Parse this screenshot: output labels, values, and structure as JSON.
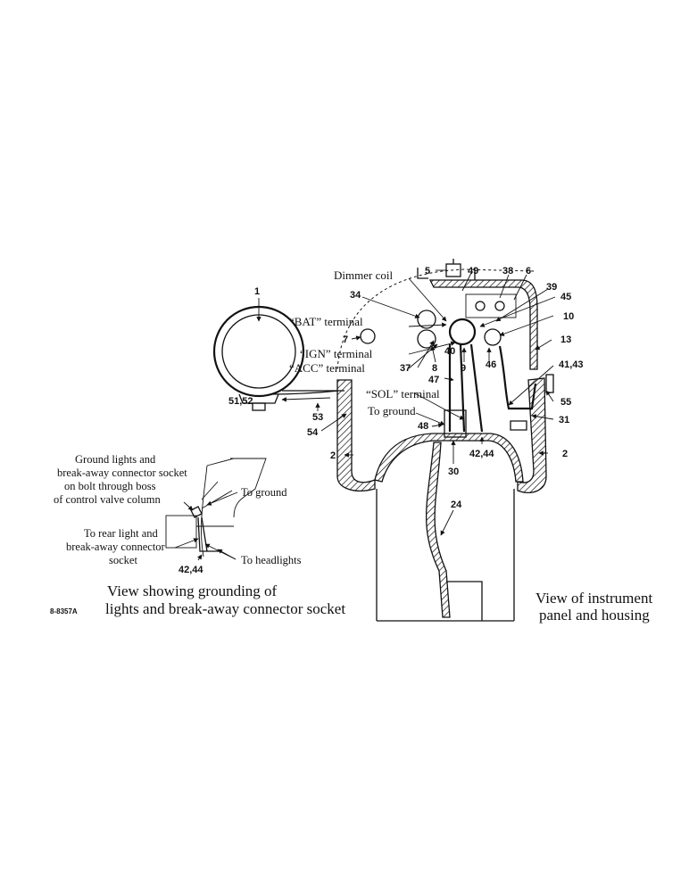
{
  "figure_code": "8-8357A",
  "captions": {
    "left_line1": "View showing grounding of",
    "left_line2": "lights and break-away connector socket",
    "right_line1": "View of instrument",
    "right_line2": "panel and housing"
  },
  "terminals": {
    "dimmer": "Dimmer coil",
    "bat": "“BAT” terminal",
    "ign": "“IGN” terminal",
    "acc": "“ACC” terminal",
    "sol": "“SOL” terminal",
    "to_ground_main": "To ground"
  },
  "inset_labels": {
    "ground1": "Ground lights and",
    "ground2": "break-away connector socket",
    "ground3": "on bolt through boss",
    "ground4": "of control valve column",
    "to_ground": "To ground",
    "rear1": "To rear light and",
    "rear2": "break-away connector",
    "rear3": "socket",
    "headlights": "To headlights",
    "num": "42,44"
  },
  "part_numbers": {
    "n1": "1",
    "n5": "5",
    "n49": "49",
    "n38": "38",
    "n6": "6",
    "n34": "34",
    "n39": "39",
    "n45": "45",
    "n10": "10",
    "n7": "7",
    "n40": "40",
    "n46": "46",
    "n13": "13",
    "n37": "37",
    "n8": "8",
    "n9": "9",
    "n4143": "41,43",
    "n5152": "51,52",
    "n47": "47",
    "n55": "55",
    "n53": "53",
    "n54": "54",
    "n48": "48",
    "n31": "31",
    "n4244": "42,44",
    "n2a": "2",
    "n2b": "2",
    "n30": "30",
    "n24": "24"
  }
}
